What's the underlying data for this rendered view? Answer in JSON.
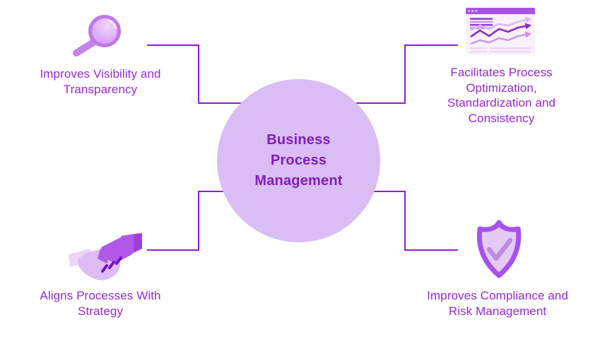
{
  "diagram_title": "Business Process Management",
  "center": {
    "lines": [
      "Business",
      "Process",
      "Management"
    ]
  },
  "nodes": {
    "top_left": {
      "icon": "magnifier-icon",
      "label": "Improves Visibility and Transparency",
      "lines": [
        "Improves Visibility and",
        "Transparency"
      ]
    },
    "top_right": {
      "icon": "chart-window-icon",
      "label": "Facilitates Process Optimization, Standardization and Consistency",
      "lines": [
        "Facilitates Process",
        "Optimization,",
        "Standardization and",
        "Consistency"
      ]
    },
    "bottom_left": {
      "icon": "handshake-icon",
      "label": "Aligns Processes With Strategy",
      "lines": [
        "Aligns Processes With",
        "Strategy"
      ]
    },
    "bottom_right": {
      "icon": "shield-check-icon",
      "label": "Improves Compliance and Risk Management",
      "lines": [
        "Improves Compliance and",
        "Risk Management"
      ]
    }
  },
  "colors": {
    "background": "#FFFFFF",
    "circle_fill": "#D9BDF4",
    "center_text": "#7F1DBD",
    "label_text": "#9628D7",
    "connector_line": "#911AD6",
    "icon_accent_dark": "#A852E3",
    "icon_accent_mid": "#B158E9",
    "icon_accent_light": "#DDBCF4",
    "shield_outline": "#A850F0"
  }
}
